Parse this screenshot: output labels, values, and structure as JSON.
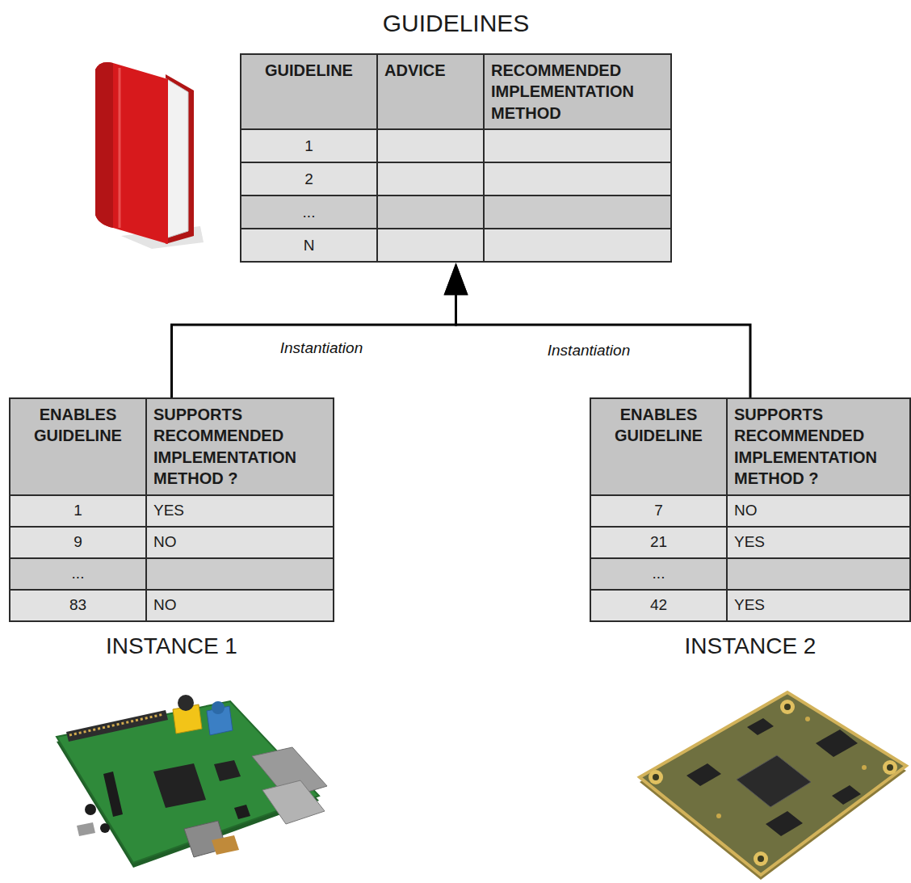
{
  "diagram": {
    "nodes": [
      {
        "text": [
          "GUIDELINES",
          "GUIDELINE",
          "ADVICE",
          "RECOMMENDED IMPLEMENTATION METHOD",
          "1",
          "2",
          "...",
          "N"
        ]
      },
      {
        "text": [
          "ENABLES GUIDELINE",
          "SUPPORTS RECOMMENDED IMPLEMENTATION METHOD ?",
          "1",
          "YES",
          "9",
          "NO",
          "...",
          "83",
          "NO",
          "INSTANCE 1"
        ]
      },
      {
        "text": [
          "ENABLES GUIDELINE",
          "SUPPORTS RECOMMENDED IMPLEMENTATION METHOD ?",
          "7",
          "NO",
          "21",
          "YES",
          "...",
          "42",
          "YES",
          "INSTANCE 2"
        ]
      }
    ],
    "edges": [
      {
        "from": 1,
        "to": 0,
        "arrow": "to",
        "label": "Instantiation"
      },
      {
        "from": 2,
        "to": 0,
        "arrow": "to",
        "label": "Instantiation"
      }
    ]
  }
}
